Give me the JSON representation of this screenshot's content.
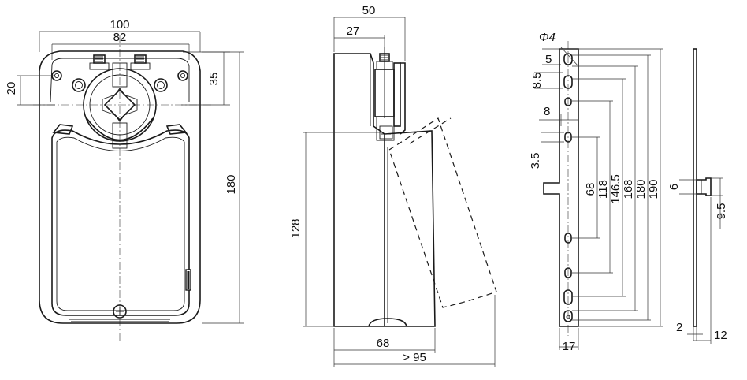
{
  "dimensions": {
    "front": {
      "w100": "100",
      "w82": "82",
      "d20": "20",
      "d35": "35",
      "h180": "180"
    },
    "side": {
      "w50": "50",
      "w27": "27",
      "h128": "128",
      "w68": "68",
      "w95": "> 95"
    },
    "bracket": {
      "phi4": "Φ4",
      "d5": "5",
      "d8_5": "8.5",
      "d8": "8",
      "d3_5": "3.5",
      "d68": "68",
      "d118": "118",
      "d146_5": "146.5",
      "d168": "168",
      "d180": "180",
      "d190": "190",
      "d17": "17"
    },
    "profile": {
      "d6": "6",
      "d9_5": "9.5",
      "d2": "2",
      "d12": "12"
    }
  }
}
